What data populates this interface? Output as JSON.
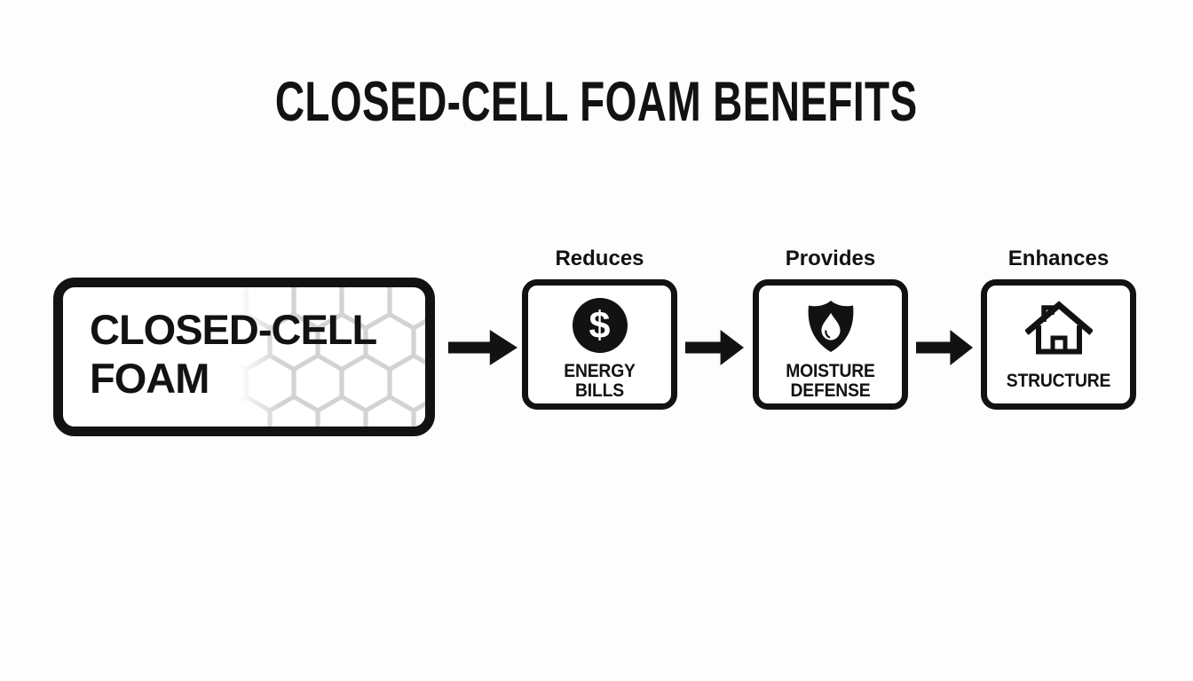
{
  "theme": {
    "bg": "#fdfdfd",
    "ink": "#121212",
    "pattern": "#d3d3d3",
    "box-bg": "#ffffff"
  },
  "title": "CLOSED-CELL FOAM BENEFITS",
  "source": {
    "lines": [
      "CLOSED-CELL",
      "FOAM"
    ],
    "pattern_icon": "honeycomb-hexagon-pattern"
  },
  "benefits": [
    {
      "relation": "Reduces",
      "icon": "dollar-circle-icon",
      "dollar_glyph": "$",
      "lines": [
        "ENERGY",
        "BILLS"
      ]
    },
    {
      "relation": "Provides",
      "icon": "shield-droplet-icon",
      "lines": [
        "MOISTURE",
        "DEFENSE"
      ]
    },
    {
      "relation": "Enhances",
      "icon": "house-icon",
      "lines": [
        "STRUCTURE"
      ]
    }
  ]
}
